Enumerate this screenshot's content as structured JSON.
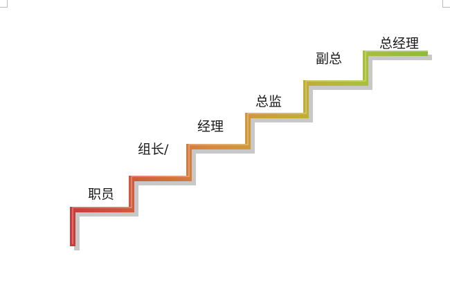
{
  "staircase": {
    "steps": [
      {
        "label": "职员",
        "color": "#cc3a3a"
      },
      {
        "label": "组长/",
        "color": "#d25f3e"
      },
      {
        "label": "经理",
        "color": "#d88a3c"
      },
      {
        "label": "总监",
        "color": "#c8a636"
      },
      {
        "label": "副总",
        "color": "#adbf3a"
      },
      {
        "label": "总经理",
        "color": "#8fba3c"
      }
    ]
  }
}
